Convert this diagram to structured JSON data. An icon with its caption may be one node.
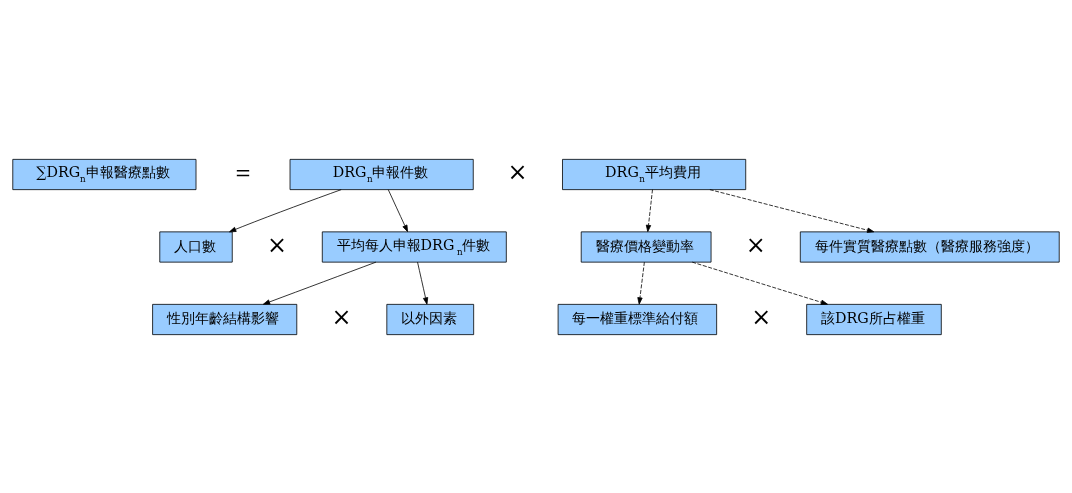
{
  "diagram": {
    "nodes": [
      {
        "text": [
          "∑DRG$_{n}$申報醫療點數"
        ]
      },
      {
        "text": [
          "DRG$_{n}$申報件數"
        ]
      },
      {
        "text": [
          "DRG$_{n}$平均費用"
        ]
      },
      {
        "text": [
          "人口數"
        ]
      },
      {
        "text": [
          "平均每人申報DRG$_{n}$件數"
        ]
      },
      {
        "text": [
          "醫療價格變動率"
        ]
      },
      {
        "text": [
          "每件實質醫療點數（醫療服務強度）"
        ]
      },
      {
        "text": [
          "性別年齡結構影響"
        ]
      },
      {
        "text": [
          "以外因素"
        ]
      },
      {
        "text": [
          "每一權重標準給付額"
        ]
      },
      {
        "text": [
          "該DRG所占權重"
        ]
      }
    ],
    "edges": [
      {
        "from": 1,
        "to": 3,
        "arrow": "to"
      },
      {
        "from": 1,
        "to": 4,
        "arrow": "to"
      },
      {
        "from": 2,
        "to": 5,
        "arrow": "to",
        "style": "dashed"
      },
      {
        "from": 2,
        "to": 6,
        "arrow": "to",
        "style": "dashed"
      },
      {
        "from": 4,
        "to": 7,
        "arrow": "to"
      },
      {
        "from": 4,
        "to": 8,
        "arrow": "to"
      },
      {
        "from": 5,
        "to": 9,
        "arrow": "to",
        "style": "dashed"
      },
      {
        "from": 5,
        "to": 10,
        "arrow": "to",
        "style": "dashed"
      }
    ],
    "labels": [
      "＝",
      "×",
      "×",
      "×",
      "×",
      "×"
    ]
  }
}
